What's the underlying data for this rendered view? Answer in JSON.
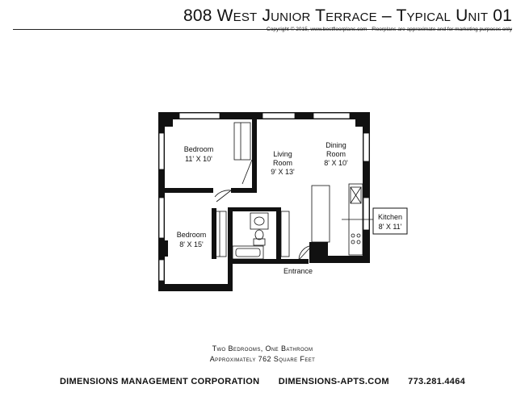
{
  "header": {
    "title": "808 West Junior Terrace – Typical Unit 01",
    "copyright": "Copyright © 2015, www.bestfloorplans.com - Floorplans are approximate and for marketing purposes only"
  },
  "rooms": {
    "bedroom1": {
      "name": "Bedroom",
      "size": "11' X 10'"
    },
    "bedroom2": {
      "name": "Bedroom",
      "size": "8' X 15'"
    },
    "living": {
      "line1": "Living",
      "line2": "Room",
      "size": "9' X 13'"
    },
    "dining": {
      "line1": "Dining",
      "line2": "Room",
      "size": "8' X 10'"
    },
    "kitchen": {
      "name": "Kitchen",
      "size": "8' X 11'"
    },
    "entrance": "Entrance"
  },
  "summary": {
    "line1": "Two Bedrooms, One Bathroom",
    "line2": "Approximately 762 Square Feet"
  },
  "footer": {
    "company": "DIMENSIONS MANAGEMENT CORPORATION",
    "website": "DIMENSIONS-APTS.COM",
    "phone": "773.281.4464"
  }
}
